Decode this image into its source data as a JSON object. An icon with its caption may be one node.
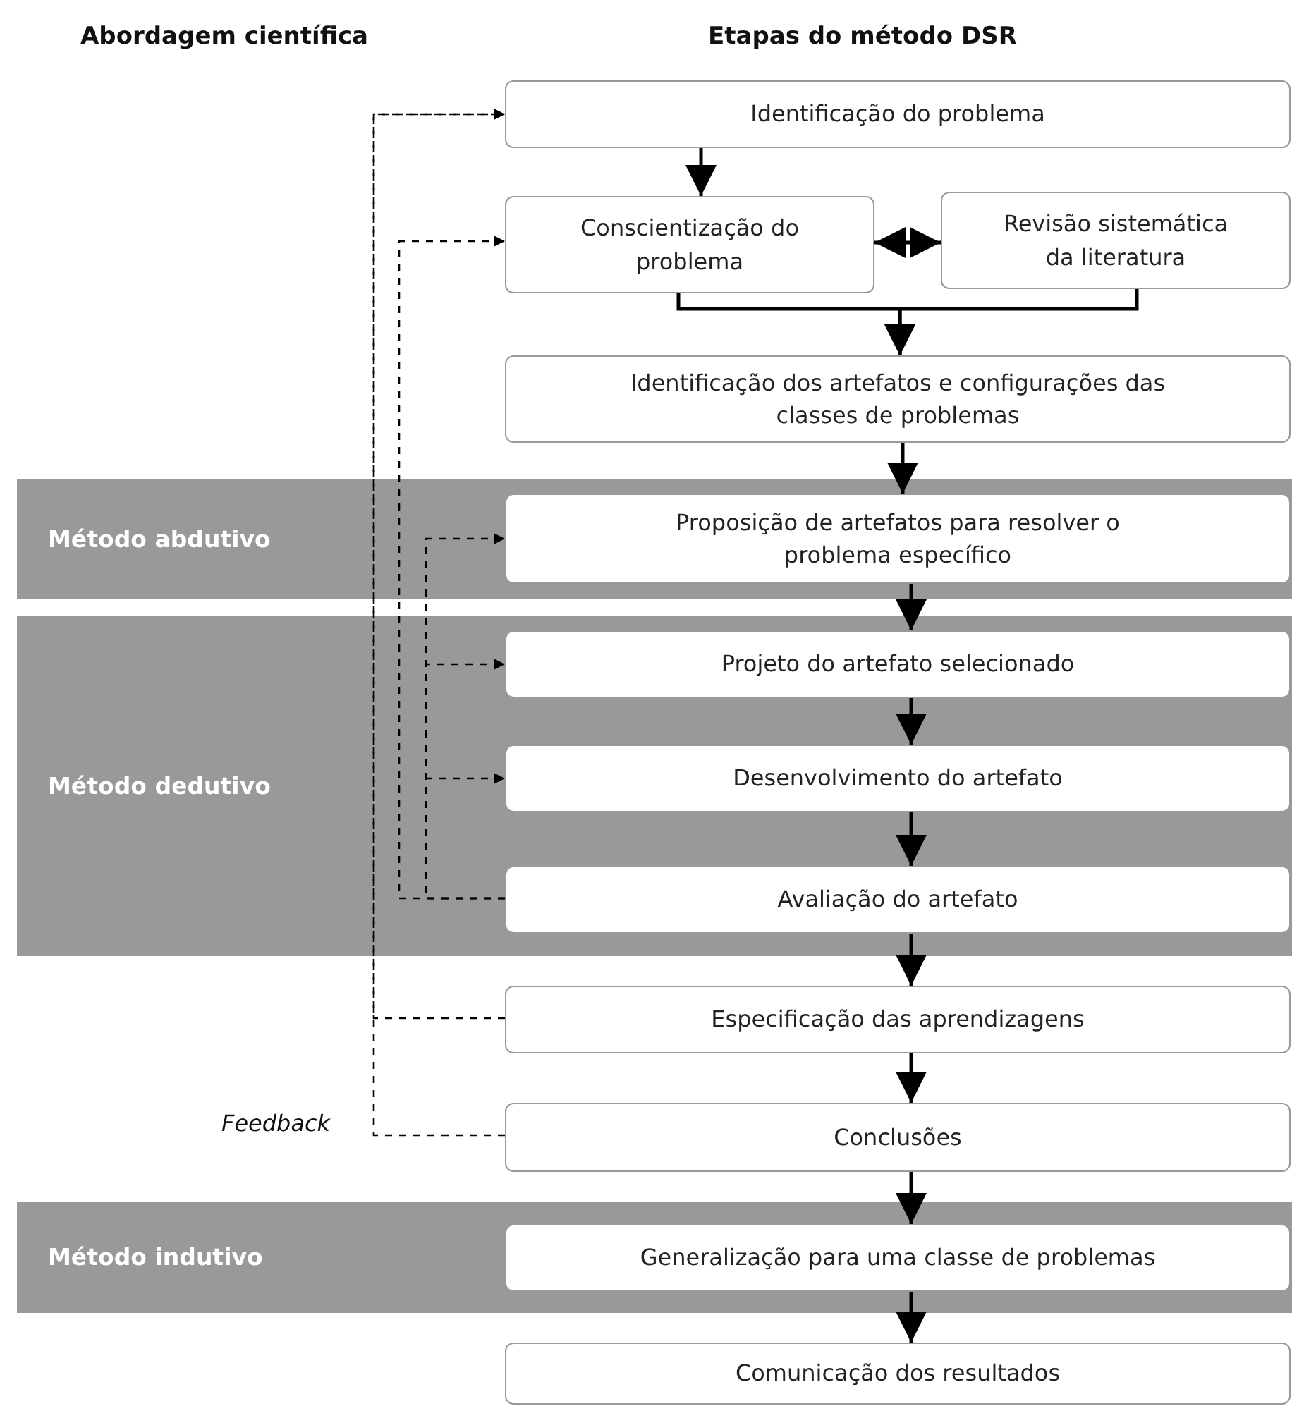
{
  "diagram": {
    "nodes": [
      {
        "text": [
          "Identificação do problema"
        ]
      },
      {
        "text": [
          "Conscientização do problema"
        ]
      },
      {
        "text": [
          "Revisão sistemática da literatura"
        ]
      },
      {
        "text": [
          "Identificação dos artefatos e configurações das classes de problemas"
        ]
      },
      {
        "text": [
          "Método abdutivo"
        ]
      },
      {
        "text": [
          "Proposição de artefatos para resolver o problema específico"
        ],
        "in": 4
      },
      {
        "text": [
          "Método dedutivo"
        ]
      },
      {
        "text": [
          "Projeto do artefato selecionado"
        ],
        "in": 6
      },
      {
        "text": [
          "Desenvolvimento do artefato"
        ],
        "in": 6
      },
      {
        "text": [
          "Avaliação do artefato"
        ],
        "in": 6
      },
      {
        "text": [
          "Especificação das aprendizagens"
        ]
      },
      {
        "text": [
          "Conclusões"
        ]
      },
      {
        "text": [
          "Método indutivo"
        ]
      },
      {
        "text": [
          "Generalização para uma classe de problemas"
        ],
        "in": 12
      },
      {
        "text": [
          "Comunicação dos resultados"
        ]
      }
    ],
    "edges": [
      {
        "from": 0,
        "to": 1,
        "arrow": "to"
      },
      {
        "from": 1,
        "to": 2,
        "arrow": "both"
      },
      {
        "from": 1,
        "to": 3,
        "arrow": "to"
      },
      {
        "from": 2,
        "to": 3,
        "arrow": "to"
      },
      {
        "from": 3,
        "to": 5,
        "arrow": "to"
      },
      {
        "from": 5,
        "to": 7,
        "arrow": "to"
      },
      {
        "from": 7,
        "to": 8,
        "arrow": "to"
      },
      {
        "from": 8,
        "to": 9,
        "arrow": "to"
      },
      {
        "from": 9,
        "to": 10,
        "arrow": "to"
      },
      {
        "from": 10,
        "to": 11,
        "arrow": "to"
      },
      {
        "from": 11,
        "to": 13,
        "arrow": "to"
      },
      {
        "from": 13,
        "to": 14,
        "arrow": "to"
      },
      {
        "from": 9,
        "to": 1,
        "arrow": "to",
        "style": "dashed"
      },
      {
        "from": 9,
        "to": 5,
        "arrow": "to",
        "style": "dashed"
      },
      {
        "from": 9,
        "to": 7,
        "arrow": "to",
        "style": "dashed"
      },
      {
        "from": 9,
        "to": 8,
        "arrow": "to",
        "style": "dashed"
      },
      {
        "from": 10,
        "to": 0,
        "arrow": "to",
        "style": "dashed"
      },
      {
        "from": 11,
        "to": 0,
        "arrow": "to",
        "style": "dashed"
      }
    ],
    "labels": [
      "Abordagem científica",
      "Etapas do método DSR",
      "Feedback"
    ]
  }
}
